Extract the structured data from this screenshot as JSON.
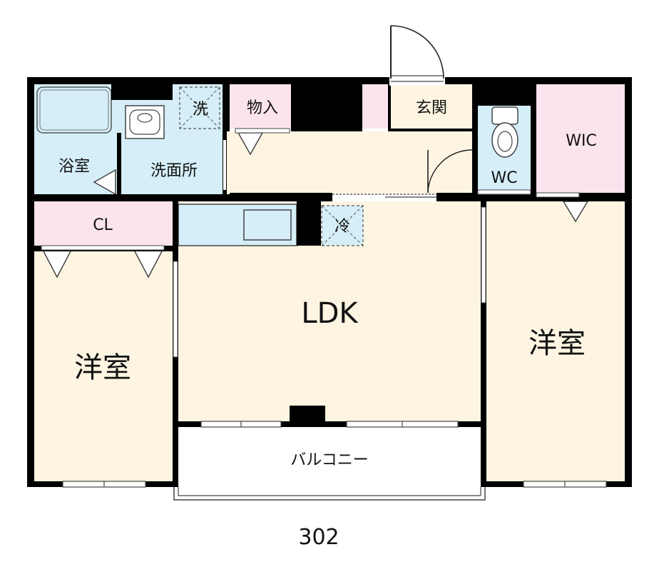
{
  "floorplan": {
    "unit_number": "302",
    "colors": {
      "wall": "#000000",
      "living": "#fdf5e2",
      "wet_area": "#d5eef8",
      "storage": "#fbe4ee",
      "balcony": "#ffffff"
    },
    "rooms": {
      "bathroom": "浴室",
      "washroom": "洗面所",
      "washer": "洗",
      "storeroom": "物入",
      "entrance": "玄関",
      "toilet": "WC",
      "walk_in_closet": "WIC",
      "closet": "CL",
      "fridge": "冷",
      "ldk": "LDK",
      "western_room_left": "洋室",
      "western_room_right": "洋室",
      "balcony": "バルコニー"
    }
  }
}
